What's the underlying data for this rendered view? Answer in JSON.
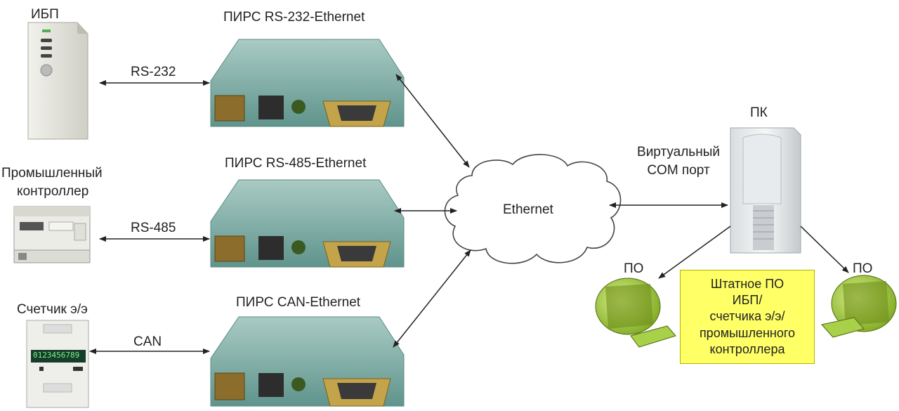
{
  "devices": {
    "ups": {
      "label": "ИБП"
    },
    "plc": {
      "label_line1": "Промышленный",
      "label_line2": "контроллер"
    },
    "meter": {
      "label": "Счетчик э/э",
      "display": "0123456789"
    }
  },
  "links": {
    "rs232": "RS-232",
    "rs485": "RS-485",
    "can": "CAN"
  },
  "converters": [
    {
      "label": "ПИРС RS-232-Ethernet"
    },
    {
      "label": "ПИРС RS-485-Ethernet"
    },
    {
      "label": "ПИРС CAN-Ethernet"
    }
  ],
  "network": {
    "cloud_label": "Ethernet"
  },
  "pc": {
    "label": "ПК",
    "virtual_port_line1": "Виртуальный",
    "virtual_port_line2": "COM порт"
  },
  "software": {
    "left_label": "ПО",
    "right_label": "ПО",
    "box_lines": [
      "Штатное ПО",
      "ИБП/",
      "счетчика э/э/",
      "промышленного",
      "контроллера"
    ]
  },
  "colors": {
    "board": "#7fb0a8",
    "monitor": "#9acd32",
    "note": "#ffff66"
  }
}
